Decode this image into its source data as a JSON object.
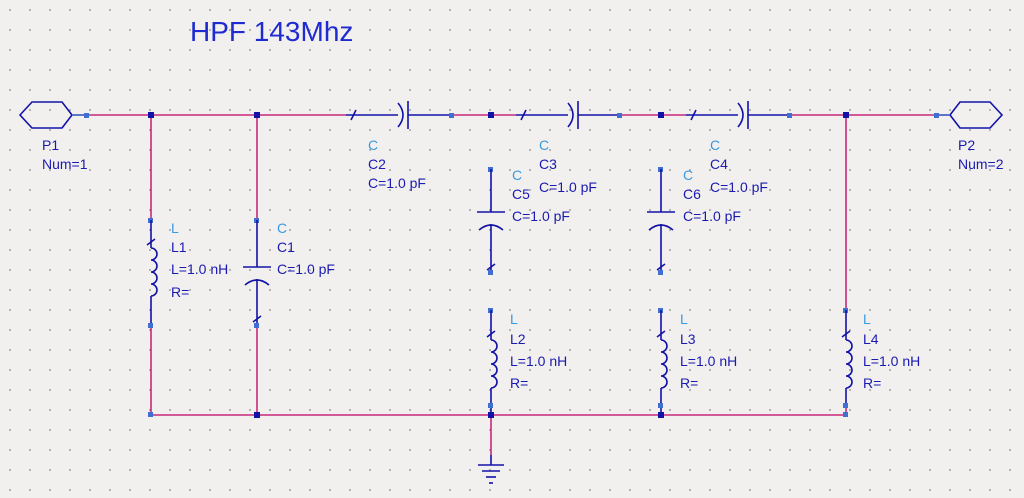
{
  "title": "HPF 143Mhz",
  "ports": {
    "p1": {
      "name": "P1",
      "num": "Num=1"
    },
    "p2": {
      "name": "P2",
      "num": "Num=2"
    }
  },
  "components": {
    "L1": {
      "type": "L",
      "name": "L1",
      "value": "L=1.0 nH",
      "r": "R="
    },
    "C1": {
      "type": "C",
      "name": "C1",
      "value": "C=1.0 pF"
    },
    "C2": {
      "type": "C",
      "name": "C2",
      "value": "C=1.0 pF"
    },
    "C3": {
      "type": "C",
      "name": "C3",
      "value": "C=1.0 pF"
    },
    "C4": {
      "type": "C",
      "name": "C4",
      "value": "C=1.0 pF"
    },
    "C5": {
      "type": "C",
      "name": "C5",
      "value": "C=1.0 pF"
    },
    "C6": {
      "type": "C",
      "name": "C6",
      "value": "C=1.0 pF"
    },
    "L2": {
      "type": "L",
      "name": "L2",
      "value": "L=1.0 nH",
      "r": "R="
    },
    "L3": {
      "type": "L",
      "name": "L3",
      "value": "L=1.0 nH",
      "r": "R="
    },
    "L4": {
      "type": "L",
      "name": "L4",
      "value": "L=1.0 nH",
      "r": "R="
    }
  }
}
